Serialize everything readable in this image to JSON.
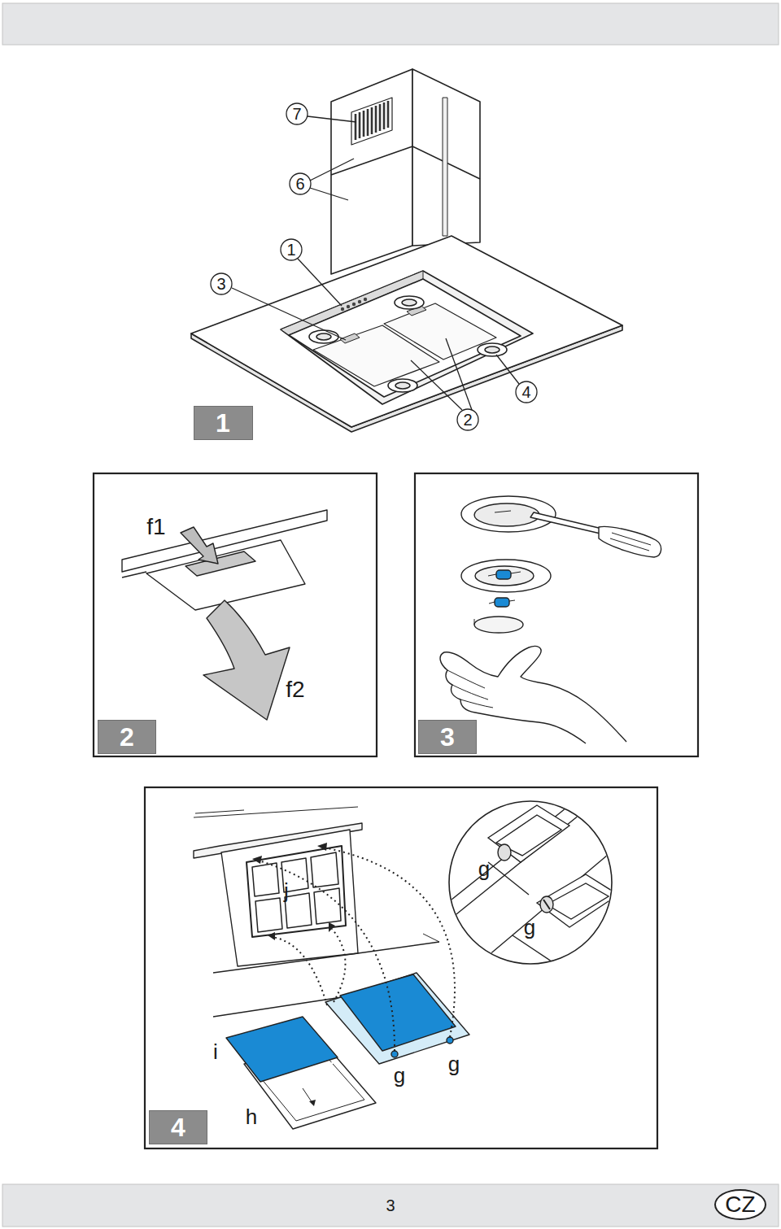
{
  "diagram": {
    "nodes": [
      {
        "text": [
          "1"
        ]
      },
      {
        "text": [
          "2"
        ]
      },
      {
        "text": [
          "3"
        ]
      },
      {
        "text": [
          "4"
        ]
      },
      {
        "text": [
          "CZ"
        ]
      }
    ],
    "labels": [
      "7",
      "6",
      "1",
      "3",
      "4",
      "2",
      "f1",
      "f2",
      "j",
      "g",
      "g",
      "i",
      "g",
      "g",
      "h",
      "3"
    ]
  }
}
